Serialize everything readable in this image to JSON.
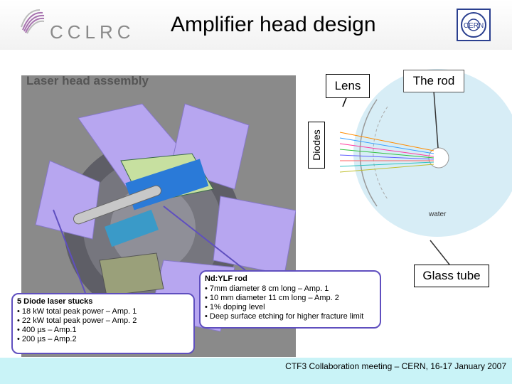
{
  "header": {
    "logo_text": "CCLRC",
    "title": "Amplifier head design",
    "cern_logo": "CERN"
  },
  "figure": {
    "section_title": "Laser head assembly",
    "labels": {
      "lens": "Lens",
      "rod": "The rod",
      "diodes": "Diodes",
      "water": "water",
      "glass_tube": "Glass tube"
    }
  },
  "callouts": {
    "diodes": {
      "heading": "5 Diode laser stucks",
      "items": [
        "• 18 kW total peak power – Amp. 1",
        "• 22 kW total peak power – Amp. 2",
        "• 400 µs – Amp.1",
        "• 200 µs – Amp.2"
      ]
    },
    "rod": {
      "heading": "Nd:YLF rod",
      "items": [
        "• 7mm diameter 8 cm long – Amp. 1",
        "• 10 mm diameter 11 cm long – Amp. 2",
        "• 1% doping level",
        "• Deep surface etching for higher fracture limit"
      ]
    }
  },
  "footer": {
    "text": "CTF3 Collaboration meeting – CERN, 16-17 January 2007"
  },
  "colors": {
    "accent": "#5f4fbf",
    "footer_bg": "#c9f3f7",
    "panel_bg": "#8a8a8a",
    "housing": "#b7a6f0",
    "pump_disk": "#d7edf6"
  },
  "icons": [
    "cclrc-logo-icon",
    "cern-logo-icon"
  ]
}
